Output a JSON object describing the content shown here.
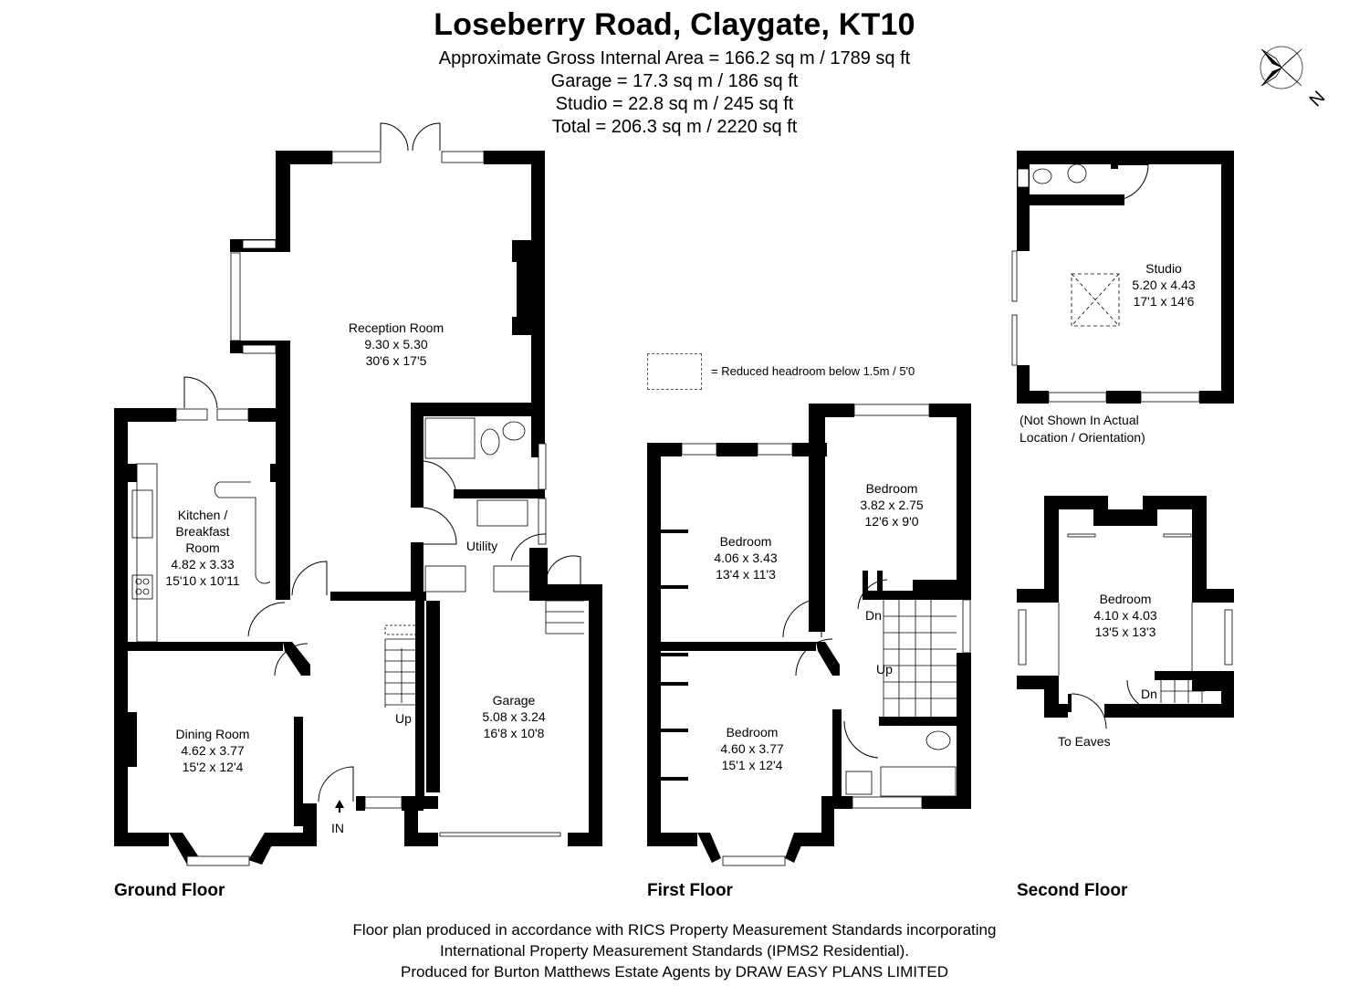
{
  "header": {
    "title": "Loseberry Road, Claygate, KT10",
    "areas": [
      "Approximate Gross Internal Area = 166.2 sq m / 1789 sq ft",
      "Garage = 17.3 sq m / 186 sq ft",
      "Studio = 22.8 sq m / 245 sq ft",
      "Total = 206.3 sq m / 2220 sq ft"
    ]
  },
  "compass": {
    "icon": "north-arrow-compass-icon",
    "label": "N"
  },
  "legend": {
    "symbol": "dashed-box",
    "text": "= Reduced headroom below 1.5m / 5'0"
  },
  "floors": {
    "ground": {
      "label": "Ground Floor",
      "rooms": [
        {
          "name": "Reception Room",
          "metric": "9.30 x 5.30",
          "imperial": "30'6 x 17'5"
        },
        {
          "name": "Kitchen /",
          "name2": "Breakfast",
          "name3": "Room",
          "metric": "4.82 x 3.33",
          "imperial": "15'10 x 10'11"
        },
        {
          "name": "Utility"
        },
        {
          "name": "Dining Room",
          "metric": "4.62 x 3.77",
          "imperial": "15'2 x 12'4"
        },
        {
          "name": "Garage",
          "metric": "5.08 x 3.24",
          "imperial": "16'8 x 10'8"
        }
      ],
      "markers": {
        "stairs": "Up",
        "entrance": "IN"
      }
    },
    "first": {
      "label": "First Floor",
      "rooms": [
        {
          "name": "Bedroom",
          "metric": "4.06 x 3.43",
          "imperial": "13'4 x 11'3"
        },
        {
          "name": "Bedroom",
          "metric": "3.82 x 2.75",
          "imperial": "12'6 x 9'0"
        },
        {
          "name": "Bedroom",
          "metric": "4.60 x 3.77",
          "imperial": "15'1 x 12'4"
        }
      ],
      "markers": {
        "down": "Dn",
        "up": "Up"
      }
    },
    "second": {
      "label": "Second Floor",
      "rooms": [
        {
          "name": "Bedroom",
          "metric": "4.10 x 4.03",
          "imperial": "13'5 x 13'3"
        }
      ],
      "markers": {
        "down": "Dn",
        "eaves": "To Eaves"
      }
    },
    "studio": {
      "rooms": [
        {
          "name": "Studio",
          "metric": "5.20 x 4.43",
          "imperial": "17'1 x 14'6"
        }
      ],
      "note": [
        "(Not Shown In Actual",
        "Location / Orientation)"
      ]
    }
  },
  "footer": [
    "Floor plan produced in accordance with RICS Property Measurement Standards incorporating",
    "International Property Measurement Standards (IPMS2 Residential).",
    "Produced for Burton Matthews Estate Agents by DRAW EASY PLANS LIMITED"
  ]
}
